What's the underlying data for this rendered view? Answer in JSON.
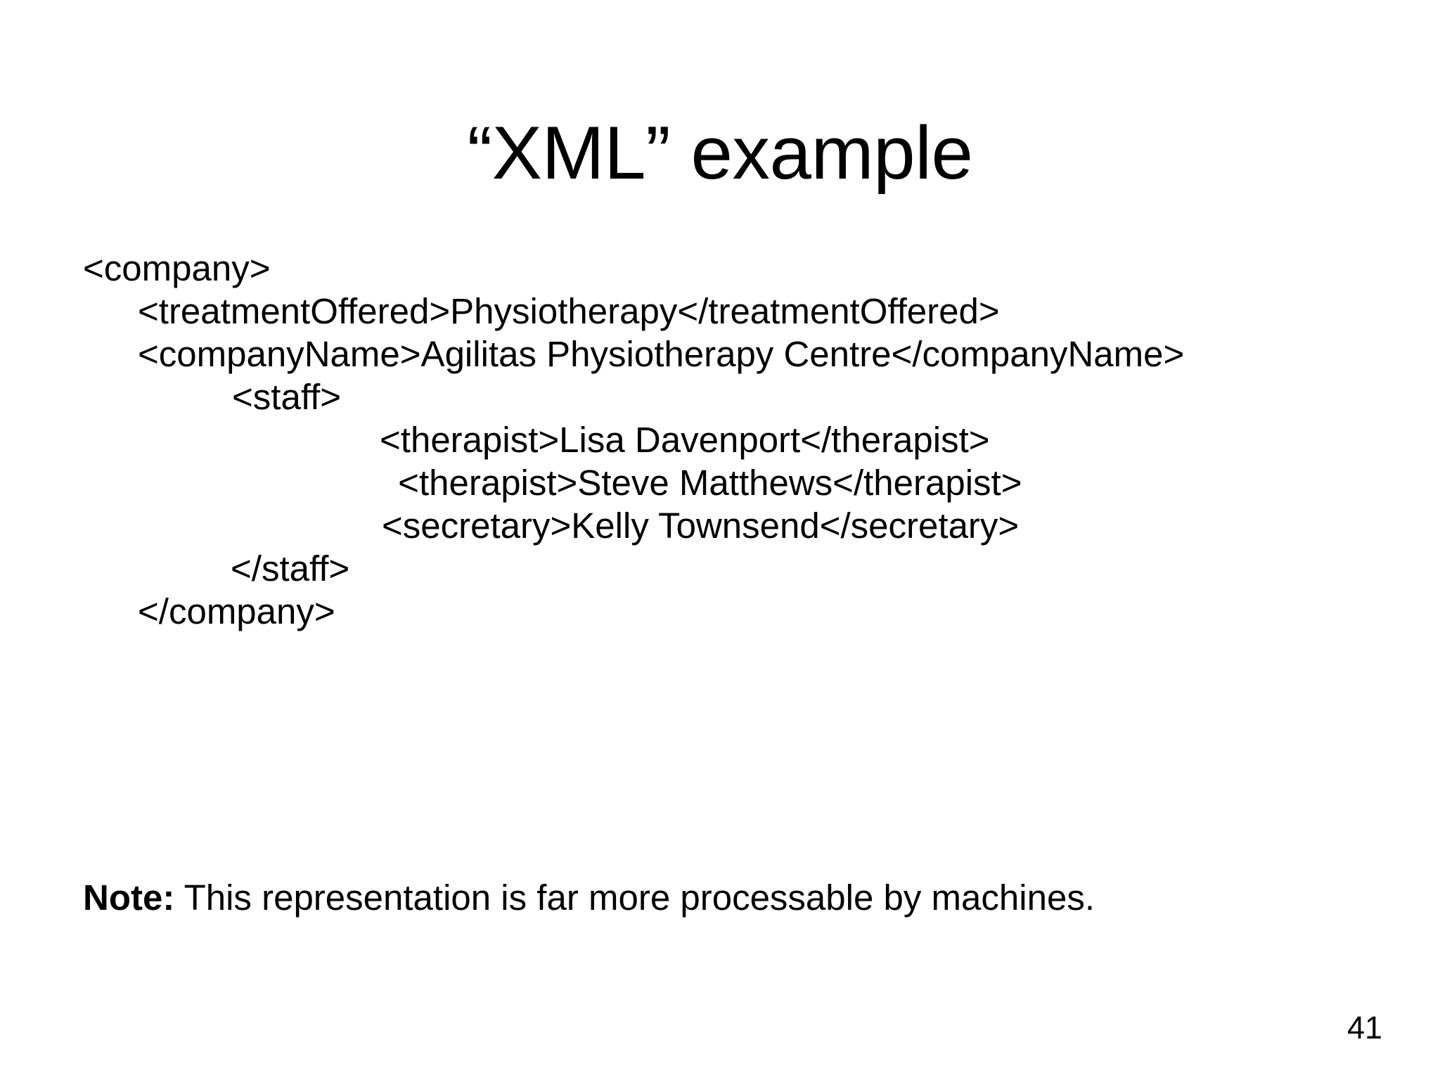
{
  "slide": {
    "title": "“XML” example",
    "page_number": "41",
    "code_lines": [
      {
        "indent": 0,
        "text": "<company>"
      },
      {
        "indent": 1,
        "text": "<treatmentOffered>Physiotherapy</treatmentOffered>"
      },
      {
        "indent": 1,
        "text": "<companyName>Agilitas Physiotherapy Centre</companyName>"
      },
      {
        "indent": 2,
        "text": "<staff>"
      },
      {
        "indent": 3,
        "text": "<therapist>Lisa Davenport</therapist>"
      },
      {
        "indent": 3,
        "text": " <therapist>Steve Matthews</therapist>"
      },
      {
        "indent": 3,
        "text": "<secretary>Kelly Townsend</secretary>"
      },
      {
        "indent": 2,
        "text": "</staff>"
      },
      {
        "indent": 1,
        "text": "</company>"
      }
    ],
    "note": {
      "label": "Note:",
      "text": " This representation is far more processable by machines."
    }
  }
}
